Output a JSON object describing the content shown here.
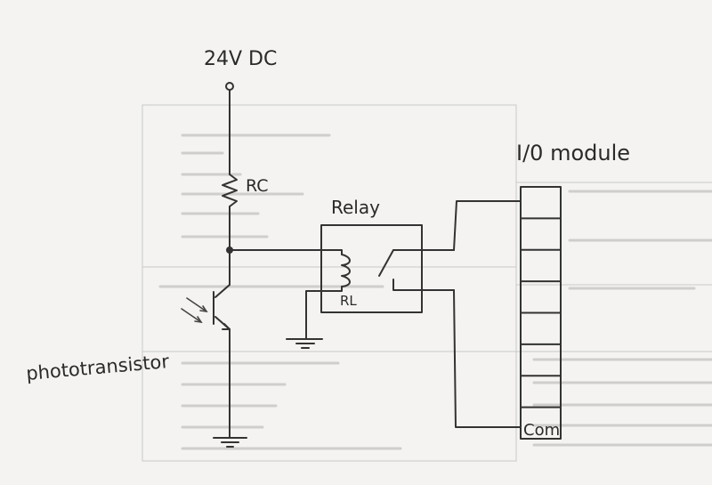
{
  "labels": {
    "supply": "24V DC",
    "resistor": "RC",
    "relay": "Relay",
    "coil": "RL",
    "io_module": "I/0 module",
    "com": "Com",
    "phototransistor": "phototransistor"
  },
  "io_module": {
    "channel_count": 8
  },
  "colors": {
    "paper": "#f4f3f1",
    "ink": "#333333"
  }
}
